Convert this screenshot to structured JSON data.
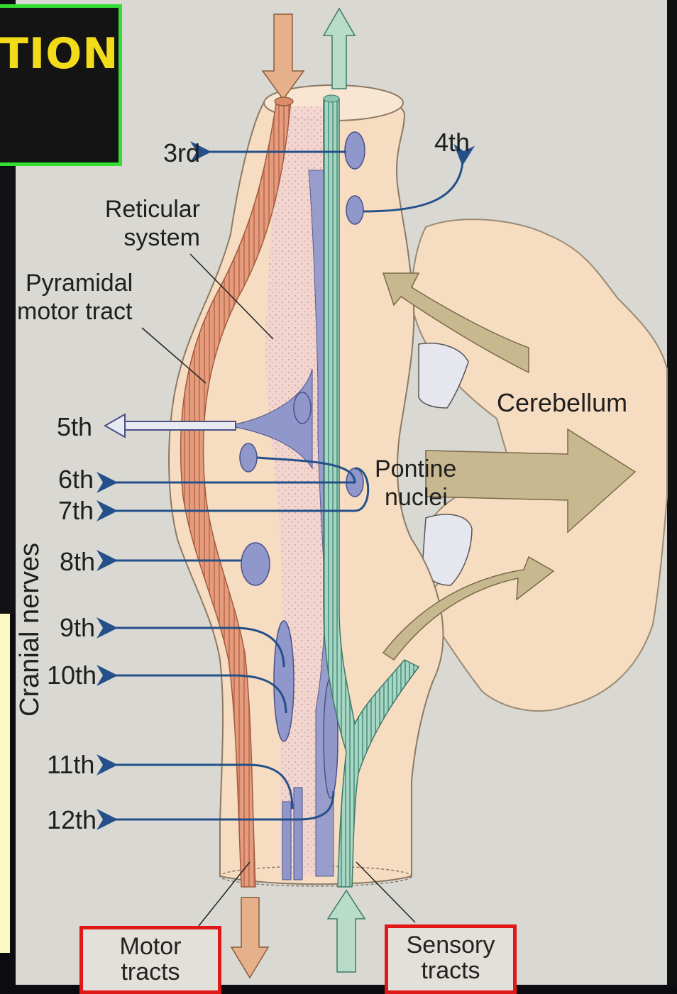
{
  "title": {
    "text": "TION"
  },
  "labels": {
    "reticular_line1": "Reticular",
    "reticular_line2": "system",
    "pyramidal_line1": "Pyramidal",
    "pyramidal_line2": "motor tract",
    "cerebellum": "Cerebellum",
    "pontine_line1": "Pontine",
    "pontine_line2": "nuclei",
    "cranial_nerves": "Cranial nerves"
  },
  "nerves": {
    "n3": "3rd",
    "n4": "4th",
    "n5": "5th",
    "n6": "6th",
    "n7": "7th",
    "n8": "8th",
    "n9": "9th",
    "n10": "10th",
    "n11": "11th",
    "n12": "12th"
  },
  "boxes": {
    "motor_line1": "Motor",
    "motor_line2": "tracts",
    "sensory_line1": "Sensory",
    "sensory_line2": "tracts"
  },
  "colors": {
    "background_paper": "#d9d8d2",
    "brainstem": "#f6dcc0",
    "reticular": "#f1d2d0",
    "motor_tract": "#e09a7c",
    "sensory_tract": "#9fd0c0",
    "nuclei": "#8f97cb",
    "nerve_arrow": "#24508a",
    "cerebellum": "#f6dcc0",
    "cerebellar_arrow": "#c8b890",
    "title_text": "#f2dc1a",
    "title_border": "#33dd33",
    "label_border": "#e01818"
  }
}
